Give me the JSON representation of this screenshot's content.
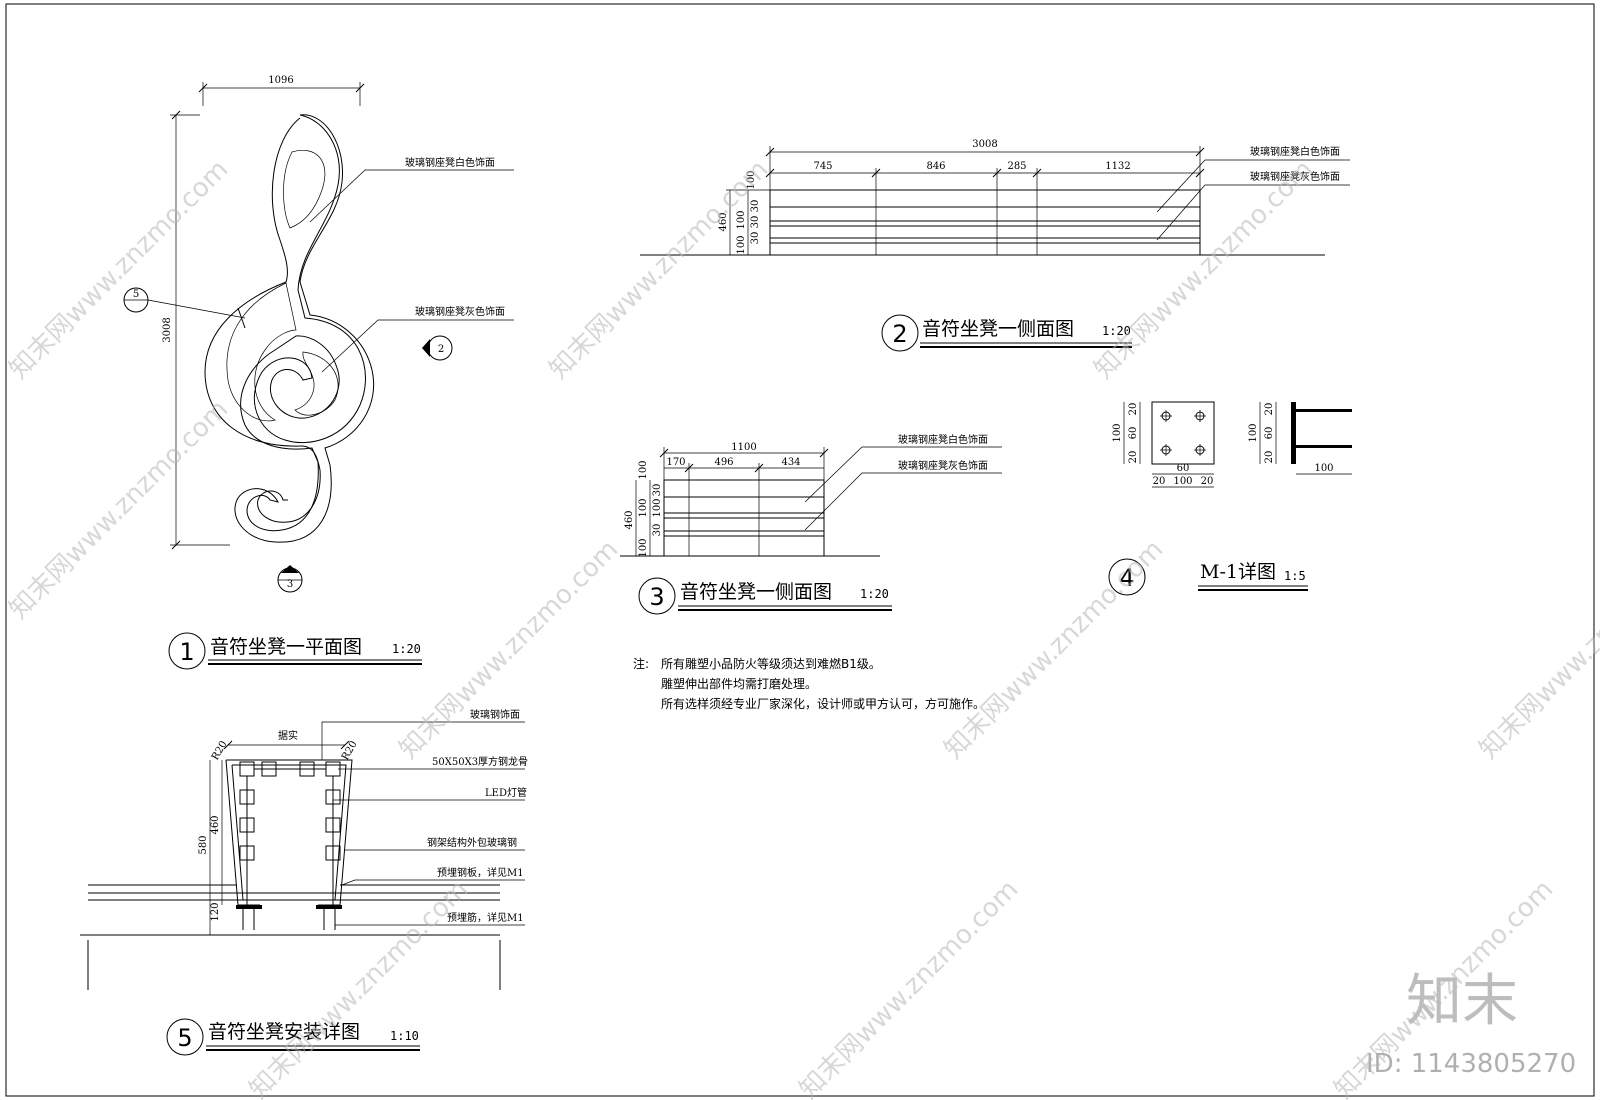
{
  "plan": {
    "dim_width": "1096",
    "dim_height": "3008",
    "label_white": "玻璃钢座凳白色饰面",
    "label_gray": "玻璃钢座凳灰色饰面",
    "callout_detail": "5",
    "callout_elev2": "2",
    "callout_elev3": "3",
    "title_num": "1",
    "title": "音符坐凳一平面图",
    "scale": "1:20"
  },
  "elevation2": {
    "dim_total": "3008",
    "dims": [
      "745",
      "846",
      "285",
      "1132"
    ],
    "vdims": [
      "100",
      "460",
      "100",
      "100",
      "30",
      "30",
      "30"
    ],
    "label_white": "玻璃钢座凳白色饰面",
    "label_gray": "玻璃钢座凳灰色饰面",
    "title_num": "2",
    "title": "音符坐凳一侧面图",
    "scale": "1:20"
  },
  "elevation3": {
    "dim_total": "1100",
    "dims": [
      "170",
      "496",
      "434"
    ],
    "vdims": [
      "100",
      "460",
      "100",
      "100",
      "30",
      "30",
      "100"
    ],
    "label_white": "玻璃钢座凳白色饰面",
    "label_gray": "玻璃钢座凳灰色饰面",
    "title_num": "3",
    "title": "音符坐凳一侧面图",
    "scale": "1:20"
  },
  "detail_m1": {
    "v_dims": [
      "100",
      "20",
      "60",
      "20"
    ],
    "h_dims": [
      "60",
      "20",
      "100",
      "20"
    ],
    "side_v": [
      "100",
      "20",
      "60",
      "20"
    ],
    "side_h": "100",
    "title_num": "4",
    "title": "M-1详图",
    "scale": "1:5"
  },
  "notes": {
    "prefix": "注:",
    "lines": [
      "所有雕塑小品防火等级须达到难燃B1级。",
      "雕塑伸出部件均需打磨处理。",
      "所有选样须经专业厂家深化，设计师或甲方认可，方可施作。"
    ]
  },
  "install": {
    "dim_top": "据实",
    "r_left": "R20",
    "r_right": "R20",
    "dim_580": "580",
    "dim_460": "460",
    "dim_120": "120",
    "labels": [
      "玻璃钢饰面",
      "50X50X3厚方钢龙骨",
      "LED灯管",
      "钢架结构外包玻璃钢",
      "预埋钢板，详见M1",
      "预埋筋，详见M1"
    ],
    "title_num": "5",
    "title": "音符坐凳安装详图",
    "scale": "1:10"
  },
  "watermark": {
    "text": "知末网www.znzmo.com",
    "brand": "知末",
    "id": "ID: 1143805270"
  }
}
